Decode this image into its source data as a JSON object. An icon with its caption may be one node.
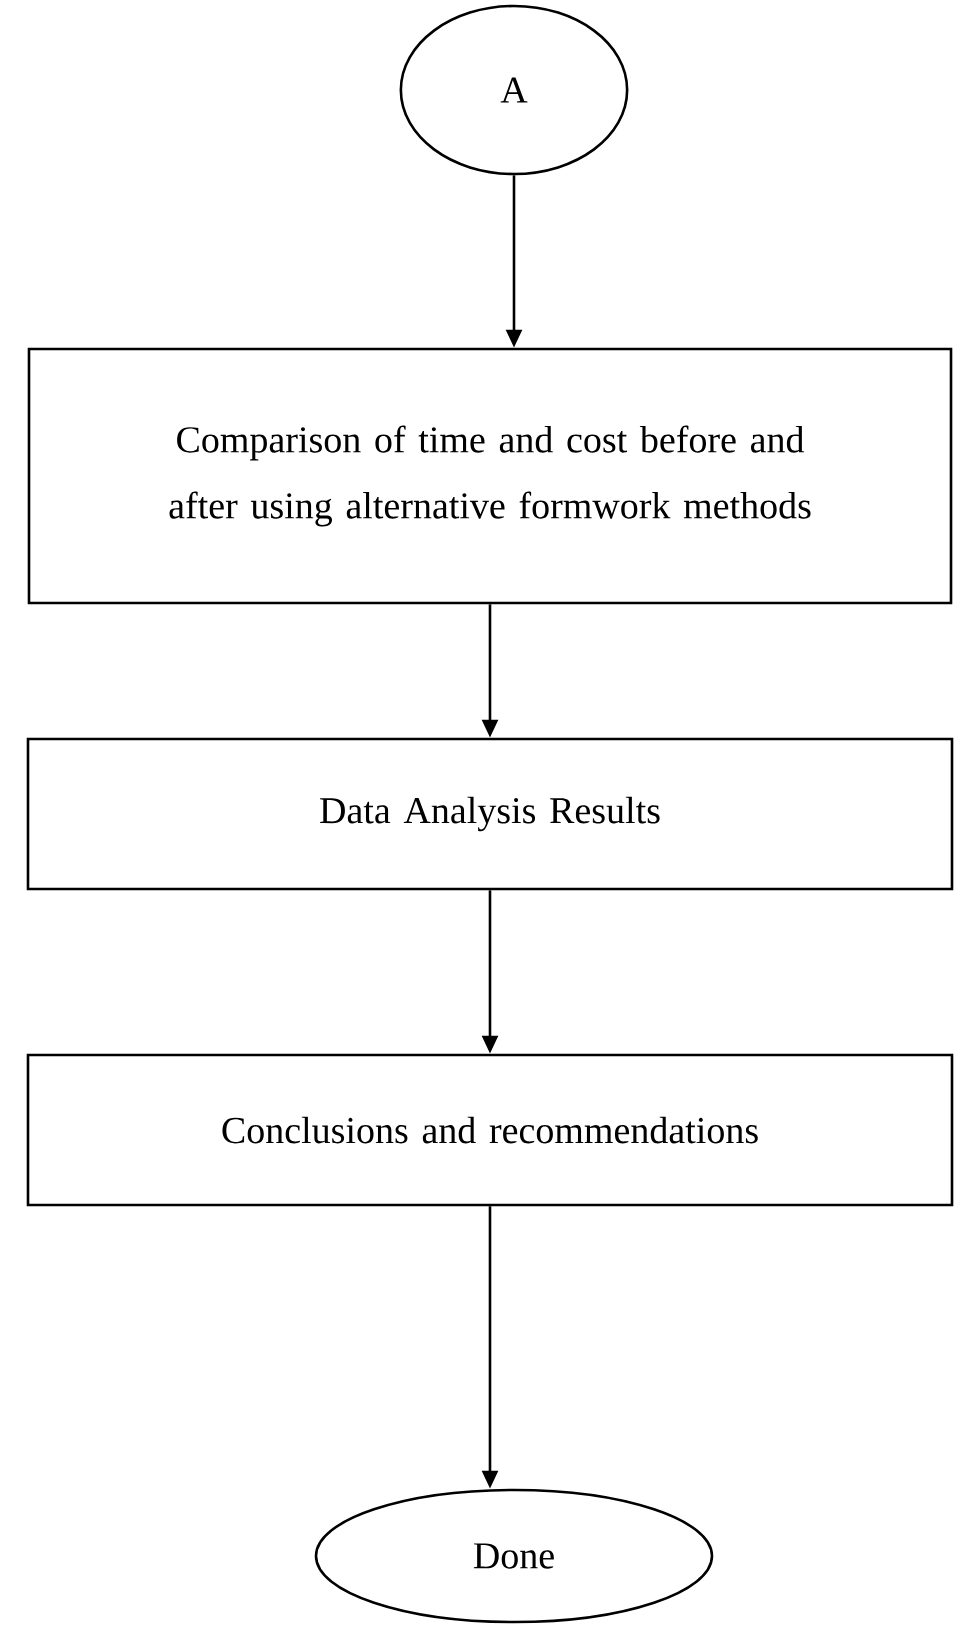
{
  "diagram": {
    "nodes": [
      {
        "text": [
          "A"
        ]
      },
      {
        "text": [
          "Comparison of time and cost before and after using alternative formwork methods"
        ]
      },
      {
        "text": [
          "Data Analysis Results"
        ]
      },
      {
        "text": [
          "Conclusions and recommendations"
        ]
      },
      {
        "text": [
          "Done"
        ]
      }
    ],
    "edges": [
      {
        "from": 0,
        "to": 1,
        "arrow": "to"
      },
      {
        "from": 1,
        "to": 2,
        "arrow": "to"
      },
      {
        "from": 2,
        "to": 3,
        "arrow": "to"
      },
      {
        "from": 3,
        "to": 4,
        "arrow": "to"
      }
    ]
  }
}
